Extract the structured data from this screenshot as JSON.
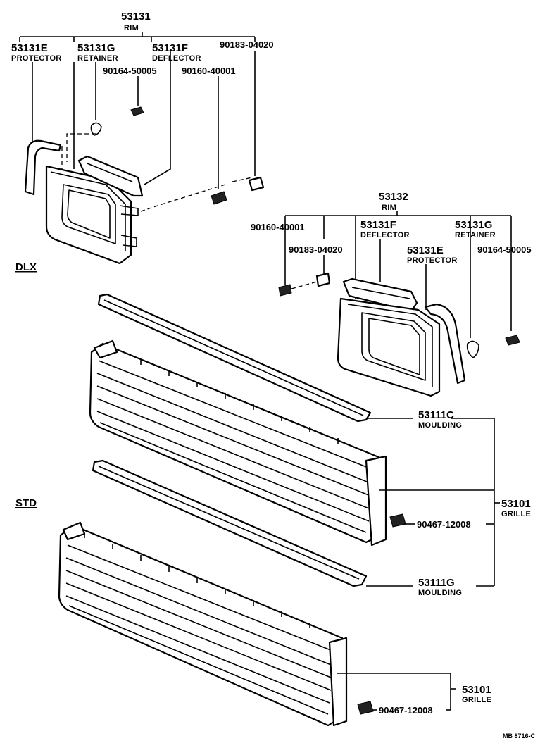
{
  "dlx": {
    "section_label": "DLX",
    "rim": {
      "part": "53131",
      "name": "RIM"
    },
    "protector": {
      "part": "53131E",
      "name": "PROTECTOR"
    },
    "retainer": {
      "part": "53131G",
      "name": "RETAINER"
    },
    "deflector": {
      "part": "53131F",
      "name": "DEFLECTOR"
    },
    "clip": "90183-04020",
    "screw": "90164-50005",
    "bolt": "90160-40001"
  },
  "rh": {
    "rim": {
      "part": "53132",
      "name": "RIM"
    },
    "bolt": "90160-40001",
    "clip": "90183-04020",
    "deflector": {
      "part": "53131F",
      "name": "DEFLECTOR"
    },
    "protector": {
      "part": "53131E",
      "name": "PROTECTOR"
    },
    "retainer": {
      "part": "53131G",
      "name": "RETAINER"
    },
    "screw": "90164-50005"
  },
  "std": {
    "section_label": "STD",
    "moulding_c": {
      "part": "53111C",
      "name": "MOULDING"
    },
    "grille": {
      "part": "53101",
      "name": "GRILLE"
    },
    "nut": "90467-12008",
    "moulding_g": {
      "part": "53111G",
      "name": "MOULDING"
    }
  },
  "lower": {
    "grille": {
      "part": "53101",
      "name": "GRILLE"
    },
    "nut": "90467-12008"
  },
  "code": "MB 8716-C"
}
